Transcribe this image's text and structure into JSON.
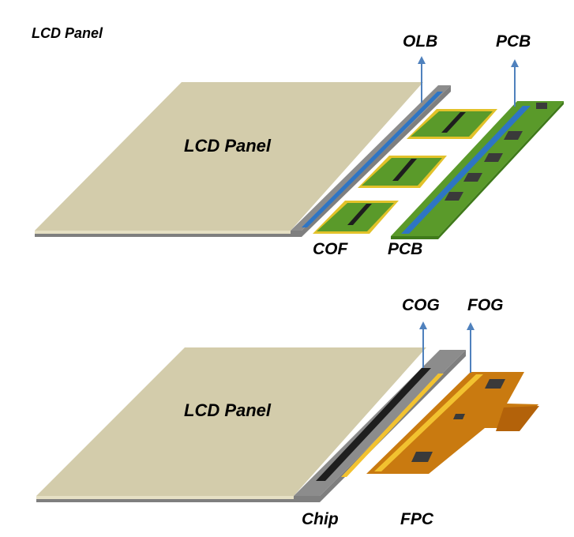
{
  "title": "LCD Panel",
  "top_diagram": {
    "panel_label": "LCD Panel",
    "callouts": {
      "olb": "OLB",
      "pcb_top": "PCB"
    },
    "bottom_labels": {
      "cof": "COF",
      "pcb": "PCB"
    }
  },
  "bottom_diagram": {
    "panel_label": "LCD Panel",
    "callouts": {
      "cog": "COG",
      "fog": "FOG"
    },
    "bottom_labels": {
      "chip": "Chip",
      "fpc": "FPC"
    }
  },
  "colors": {
    "panel_top": "#d3ccab",
    "panel_edge": "#e6e0c4",
    "glass_base": "#7f7f7f",
    "olb_strip": "#2e75c4",
    "pcb_green": "#5a9a2a",
    "pcb_dark": "#3f7a1a",
    "gold_pins": "#e2c22a",
    "chip_dark": "#3a3a3a",
    "fpc_orange": "#c97a10",
    "arrow_blue": "#4f81bd"
  }
}
